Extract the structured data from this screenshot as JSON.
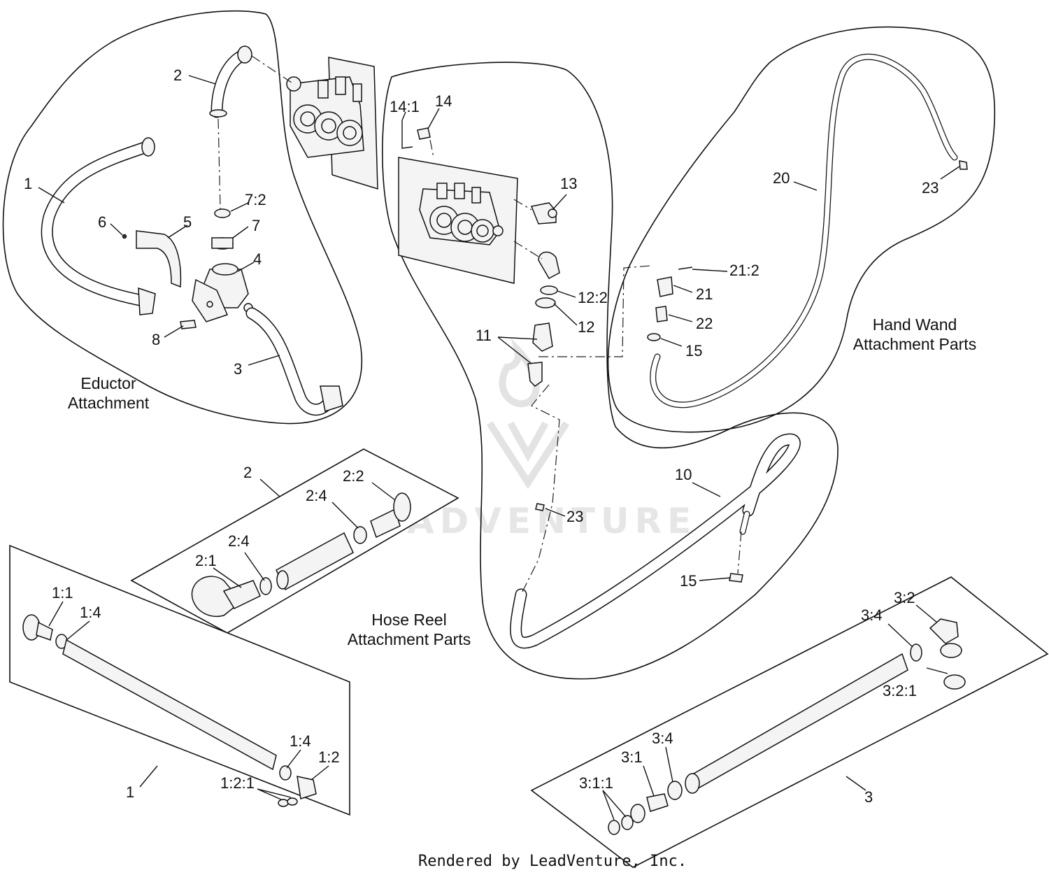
{
  "sections": {
    "eductor": [
      "Eductor",
      "Attachment"
    ],
    "hand_wand": [
      "Hand Wand",
      "Attachment Parts"
    ],
    "hose_reel": [
      "Hose Reel",
      "Attachment Parts"
    ]
  },
  "watermark": "LEADVENTURE",
  "footer": "Rendered by LeadVenture, Inc.",
  "callouts": {
    "eductor": [
      "2",
      "1",
      "6",
      "5",
      "7:2",
      "7",
      "4",
      "8",
      "3"
    ],
    "hose_reel": [
      "14:1",
      "14",
      "13",
      "12:2",
      "12",
      "11",
      "23",
      "10",
      "15"
    ],
    "hand_wand": [
      "20",
      "23",
      "21:2",
      "21",
      "22",
      "15"
    ],
    "panel_2": [
      "2",
      "2:2",
      "2:4",
      "2:4",
      "2:1"
    ],
    "panel_1": [
      "1:1",
      "1:4",
      "1:4",
      "1:2",
      "1:2:1",
      "1"
    ],
    "panel_3": [
      "3:2",
      "3:4",
      "3:2:1",
      "3:4",
      "3:1",
      "3:1:1",
      "3"
    ]
  }
}
